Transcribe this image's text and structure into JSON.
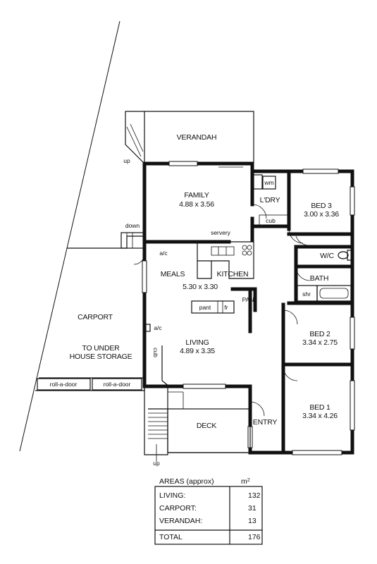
{
  "rooms": {
    "verandah": {
      "name": "VERANDAH"
    },
    "family": {
      "name": "FAMILY",
      "size": "4.88 x 3.56"
    },
    "laundry": {
      "name": "L'DRY"
    },
    "bed3": {
      "name": "BED 3",
      "size": "3.00 x 3.36"
    },
    "meals": {
      "name": "MEALS",
      "size": "5.30 x 3.30"
    },
    "kitchen": {
      "name": "KITCHEN"
    },
    "wc": {
      "name": "W/C"
    },
    "bath": {
      "name": "BATH"
    },
    "carport": {
      "name": "CARPORT"
    },
    "storage": {
      "line1": "TO UNDER",
      "line2": "HOUSE STORAGE"
    },
    "living": {
      "name": "LIVING",
      "size": "4.89 x 3.35"
    },
    "bed2": {
      "name": "BED 2",
      "size": "3.34 x 2.75"
    },
    "deck": {
      "name": "DECK"
    },
    "entry": {
      "name": "ENTRY"
    },
    "bed1": {
      "name": "BED 1",
      "size": "3.34 x 4.26"
    },
    "pantry": {
      "name": "PAN"
    }
  },
  "fixtures": {
    "wm": "wm",
    "cub_laundry": "cub",
    "servery": "servery",
    "ac_meals": "a/c",
    "ac_living": "a/c",
    "cub_living": "cub",
    "shr": "shr",
    "pant": "pant",
    "fr": "fr",
    "rolldoor1": "roll-a-door",
    "rolldoor2": "roll-a-door",
    "up_verandah": "up",
    "down_stair": "down",
    "up_deck": "up"
  },
  "areas": {
    "header": "AREAS (approx)",
    "unit": "m",
    "unit_sup": "2",
    "rows": [
      {
        "label": "LIVING:",
        "value": "132"
      },
      {
        "label": "CARPORT:",
        "value": "31"
      },
      {
        "label": "VERANDAH:",
        "value": "13"
      }
    ],
    "total": {
      "label": "TOTAL",
      "value": "176"
    }
  }
}
